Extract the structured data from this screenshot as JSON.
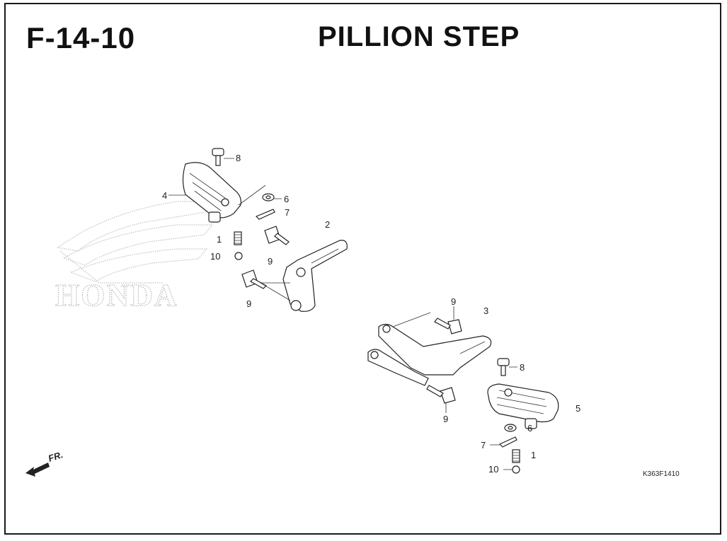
{
  "header": {
    "code": "F-14-10",
    "title": "PILLION STEP"
  },
  "watermark": {
    "text": "HONDA"
  },
  "direction_marker": {
    "label": "FR.",
    "icon": "front-arrow-icon"
  },
  "figure_id": "K363F1410",
  "callouts": {
    "left_8": "8",
    "left_4": "4",
    "left_6": "6",
    "left_7": "7",
    "left_2": "2",
    "left_1": "1",
    "left_10": "10",
    "left_9a": "9",
    "left_9b": "9",
    "right_9a": "9",
    "right_3": "3",
    "right_8": "8",
    "right_5": "5",
    "right_9b": "9",
    "right_6": "6",
    "right_7": "7",
    "right_1": "1",
    "right_10": "10"
  }
}
